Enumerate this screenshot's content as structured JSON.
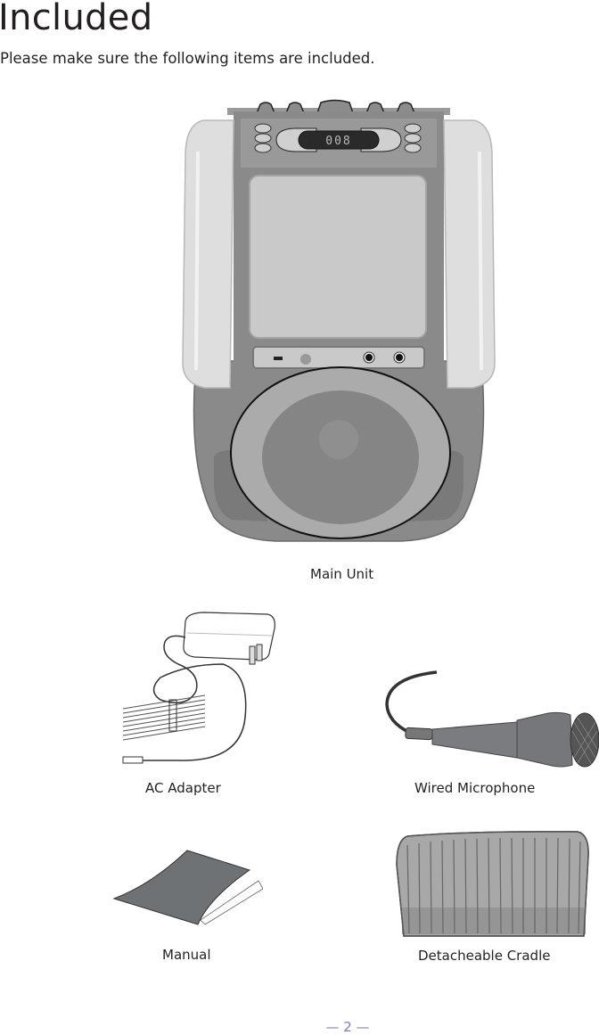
{
  "page": {
    "title": "Included",
    "subtitle": "Please make sure the following items are included.",
    "page_number": "— 2 —"
  },
  "items": [
    {
      "label": "Main Unit",
      "icon": "karaoke-machine-illustration"
    },
    {
      "label": "AC Adapter",
      "icon": "ac-adapter-illustration"
    },
    {
      "label": "Wired Microphone",
      "icon": "microphone-illustration"
    },
    {
      "label": "Manual",
      "icon": "manual-booklet-illustration"
    },
    {
      "label": "Detacheable Cradle",
      "icon": "cradle-illustration"
    }
  ],
  "main_unit": {
    "display_readout": "008"
  },
  "colors": {
    "text": "#231f20",
    "page_number": "#7b7fb8",
    "body_gray": "#8a8a8a",
    "light_panel": "#e2e2e2",
    "screen": "#c9c9c9",
    "dark_gray": "#6f7275"
  }
}
